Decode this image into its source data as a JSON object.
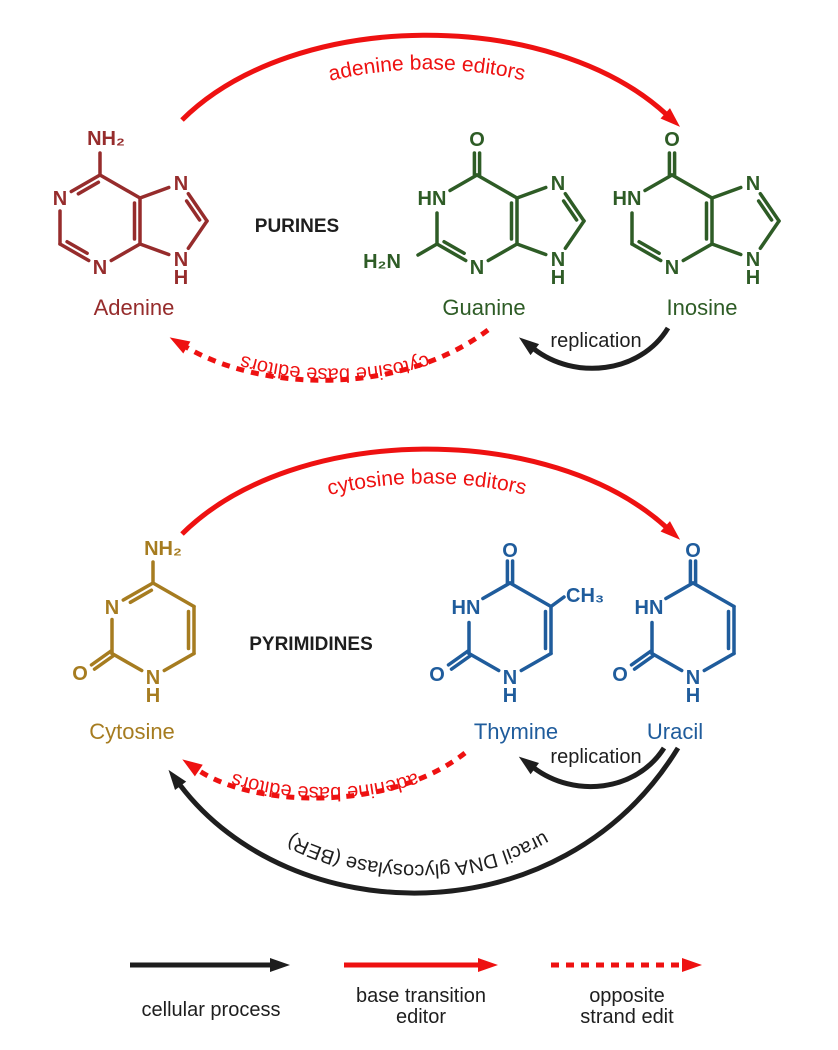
{
  "sections": {
    "purines": {
      "heading": "PURINES",
      "arrows": {
        "top": "adenine base editors",
        "dashed": "cytosine base editors",
        "replication": "replication"
      }
    },
    "pyrimidines": {
      "heading": "PYRIMIDINES",
      "arrows": {
        "top": "cytosine base editors",
        "dashed": "adenine base editors",
        "replication": "replication",
        "ber": "uracil DNA glycosylase (BER)"
      }
    }
  },
  "molecules": {
    "adenine": {
      "name": "Adenine",
      "color": "#962c2c",
      "atoms": {
        "amine": "NH₂",
        "n1": "N",
        "n3": "N",
        "n7": "N",
        "n9": "N",
        "h9": "H"
      }
    },
    "guanine": {
      "name": "Guanine",
      "color": "#2e5c26",
      "atoms": {
        "oxo": "O",
        "n1": "HN",
        "amine": "H₂N",
        "n3": "N",
        "n7": "N",
        "n9": "N",
        "h9": "H"
      }
    },
    "inosine": {
      "name": "Inosine",
      "color": "#2e5c26",
      "atoms": {
        "oxo": "O",
        "n1": "HN",
        "n3": "N",
        "n7": "N",
        "n9": "N",
        "h9": "H"
      }
    },
    "cytosine": {
      "name": "Cytosine",
      "color": "#a67c20",
      "atoms": {
        "amine": "NH₂",
        "n3": "N",
        "oxo2": "O",
        "n1": "N",
        "h1": "H"
      }
    },
    "thymine": {
      "name": "Thymine",
      "color": "#1f5c9c",
      "atoms": {
        "oxo4": "O",
        "n3": "HN",
        "oxo2": "O",
        "n1": "N",
        "h1": "H",
        "methyl": "CH₃"
      }
    },
    "uracil": {
      "name": "Uracil",
      "color": "#1f5c9c",
      "atoms": {
        "oxo4": "O",
        "n3": "HN",
        "oxo2": "O",
        "n1": "N",
        "h1": "H"
      }
    }
  },
  "legend": {
    "items": [
      {
        "icon": "black-solid-arrow",
        "label": "cellular process"
      },
      {
        "icon": "red-solid-arrow",
        "label": "base transition editor"
      },
      {
        "icon": "red-dashed-arrow",
        "label": "opposite strand edit"
      }
    ]
  },
  "colors": {
    "arrow_red": "#ee1111",
    "arrow_black": "#1e1e1e",
    "purine_adenine": "#962c2c",
    "purine_guanine_inosine": "#2e5c26",
    "pyrimidine_cytosine": "#a67c20",
    "pyrimidine_thymine_uracil": "#1f5c9c",
    "background": "#ffffff"
  }
}
